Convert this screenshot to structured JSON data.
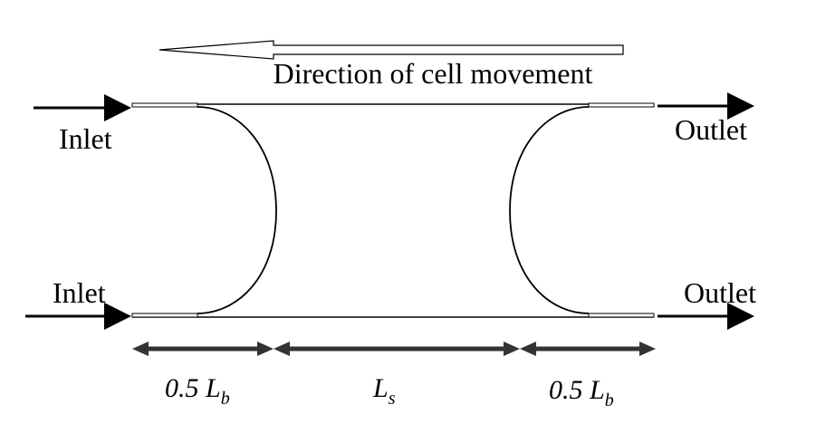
{
  "diagram": {
    "direction_label": "Direction of cell movement",
    "inlet_top": "Inlet",
    "inlet_bottom": "Inlet",
    "outlet_top": "Outlet",
    "outlet_bottom": "Outlet",
    "dim_left": {
      "prefix": "0.5 L",
      "sub": "b"
    },
    "dim_middle": {
      "prefix": "L",
      "sub": "s"
    },
    "dim_right": {
      "prefix": "0.5 L",
      "sub": "b"
    }
  },
  "colors": {
    "stroke": "#000000",
    "dim_arrow": "#333333",
    "background": "#ffffff"
  }
}
